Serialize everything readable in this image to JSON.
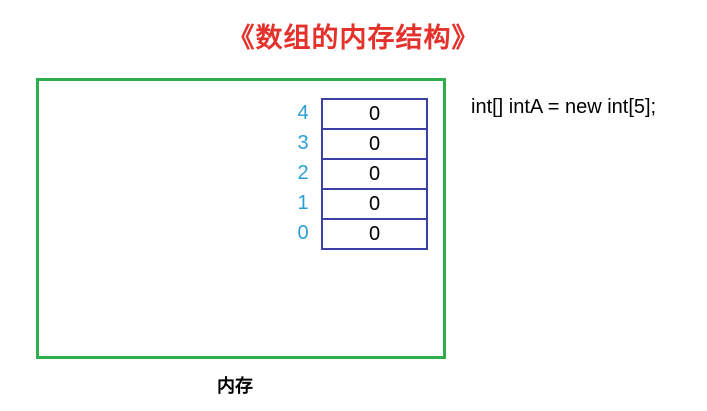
{
  "title": "《数组的内存结构》",
  "code": "int[] intA = new int[5];",
  "memory_label": "内存",
  "array": {
    "cells": [
      {
        "index": "4",
        "value": "0"
      },
      {
        "index": "3",
        "value": "0"
      },
      {
        "index": "2",
        "value": "0"
      },
      {
        "index": "1",
        "value": "0"
      },
      {
        "index": "0",
        "value": "0"
      }
    ]
  },
  "colors": {
    "title": "#e5312b",
    "memory_border": "#2fae4e",
    "cell_border": "#3b3fa6",
    "index_text": "#2a9fd6"
  }
}
